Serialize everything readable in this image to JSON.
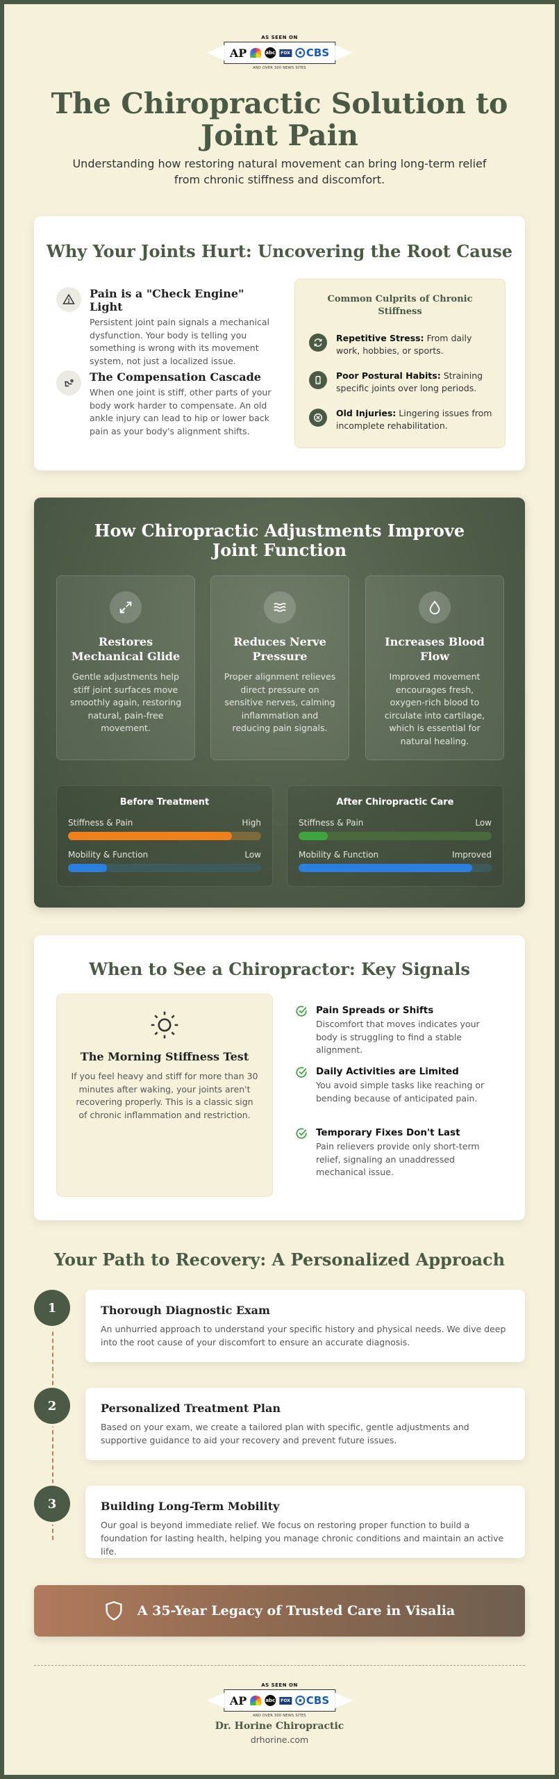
{
  "badge": {
    "top_text": "AS SEEN ON",
    "logos": [
      "AP",
      "NBC",
      "abc",
      "FOX",
      "CBS"
    ],
    "bottom_text": "AND OVER 300 NEWS SITES"
  },
  "header": {
    "title": "The Chiropractic Solution to Joint Pain",
    "subtitle": "Understanding how restoring natural movement can bring long-term relief from chronic stiffness and discomfort."
  },
  "root_cause": {
    "title": "Why Your Joints Hurt: Uncovering the Root Cause",
    "items": [
      {
        "icon": "warning-icon",
        "heading": "Pain is a \"Check Engine\" Light",
        "text": "Persistent joint pain signals a mechanical dysfunction. Your body is telling you something is wrong with its movement system, not just a localized issue."
      },
      {
        "icon": "compensation-icon",
        "heading": "The Compensation Cascade",
        "text": "When one joint is stiff, other parts of your body work harder to compensate. An old ankle injury can lead to hip or lower back pain as your body's alignment shifts."
      }
    ],
    "culprits": {
      "title": "Common Culprits of Chronic Stiffness",
      "items": [
        {
          "icon": "repeat-icon",
          "label": "Repetitive Stress:",
          "text": "From daily work, hobbies, or sports."
        },
        {
          "icon": "phone-icon",
          "label": "Poor Postural Habits:",
          "text": "Straining specific joints over long periods."
        },
        {
          "icon": "x-circle-icon",
          "label": "Old Injuries:",
          "text": "Lingering issues from incomplete rehabilitation."
        }
      ]
    }
  },
  "improve": {
    "title": "How Chiropractic Adjustments Improve Joint Function",
    "features": [
      {
        "icon": "expand-arrows-icon",
        "heading": "Restores Mechanical Glide",
        "text": "Gentle adjustments help stiff joint surfaces move smoothly again, restoring natural, pain-free movement."
      },
      {
        "icon": "waves-icon",
        "heading": "Reduces Nerve Pressure",
        "text": "Proper alignment relieves direct pressure on sensitive nerves, calming inflammation and reducing pain signals."
      },
      {
        "icon": "droplet-icon",
        "heading": "Increases Blood Flow",
        "text": "Improved movement encourages fresh, oxygen-rich blood to circulate into cartilage, which is essential for natural healing."
      }
    ],
    "before": {
      "title": "Before Treatment",
      "rows": [
        {
          "label": "Stiffness & Pain",
          "value": "High",
          "level": 0.85,
          "color": "#f0811a",
          "track": "#7d6a3a"
        },
        {
          "label": "Mobility & Function",
          "value": "Low",
          "level": 0.2,
          "color": "#2b7fe0",
          "track": "#3f5a5a"
        }
      ]
    },
    "after": {
      "title": "After Chiropractic Care",
      "rows": [
        {
          "label": "Stiffness & Pain",
          "value": "Low",
          "level": 0.15,
          "color": "#3fa33f",
          "track": "#4a6a3e"
        },
        {
          "label": "Mobility & Function",
          "value": "Improved",
          "level": 0.9,
          "color": "#2b7fe0",
          "track": "#3f5a5a"
        }
      ]
    }
  },
  "signals": {
    "title": "When to See a Chiropractor: Key Signals",
    "morning": {
      "icon": "sun-icon",
      "heading": "The Morning Stiffness Test",
      "text": "If you feel heavy and stiff for more than 30 minutes after waking, your joints aren't recovering properly. This is a classic sign of chronic inflammation and restriction."
    },
    "items": [
      {
        "heading": "Pain Spreads or Shifts",
        "text": "Discomfort that moves indicates your body is struggling to find a stable alignment."
      },
      {
        "heading": "Daily Activities are Limited",
        "text": "You avoid simple tasks like reaching or bending because of anticipated pain."
      },
      {
        "heading": "Temporary Fixes Don't Last",
        "text": "Pain relievers provide only short-term relief, signaling an unaddressed mechanical issue."
      }
    ]
  },
  "path": {
    "title": "Your Path to Recovery: A Personalized Approach",
    "steps": [
      {
        "num": "1",
        "heading": "Thorough Diagnostic Exam",
        "text": "An unhurried approach to understand your specific history and physical needs. We dive deep into the root cause of your discomfort to ensure an accurate diagnosis."
      },
      {
        "num": "2",
        "heading": "Personalized Treatment Plan",
        "text": "Based on your exam, we create a tailored plan with specific, gentle adjustments and supportive guidance to aid your recovery and prevent future issues."
      },
      {
        "num": "3",
        "heading": "Building Long-Term Mobility",
        "text": "Our goal is beyond immediate relief. We focus on restoring proper function to build a foundation for lasting health, helping you manage chronic conditions and maintain an active life."
      }
    ]
  },
  "legacy": {
    "icon": "shield-icon",
    "text": "A 35-Year Legacy of Trusted Care in Visalia"
  },
  "footer": {
    "name": "Dr. Horine Chiropractic",
    "url": "drhorine.com"
  },
  "colors": {
    "primary": "#4a5a44",
    "background": "#f6f1db",
    "accent": "#b07a5c"
  }
}
